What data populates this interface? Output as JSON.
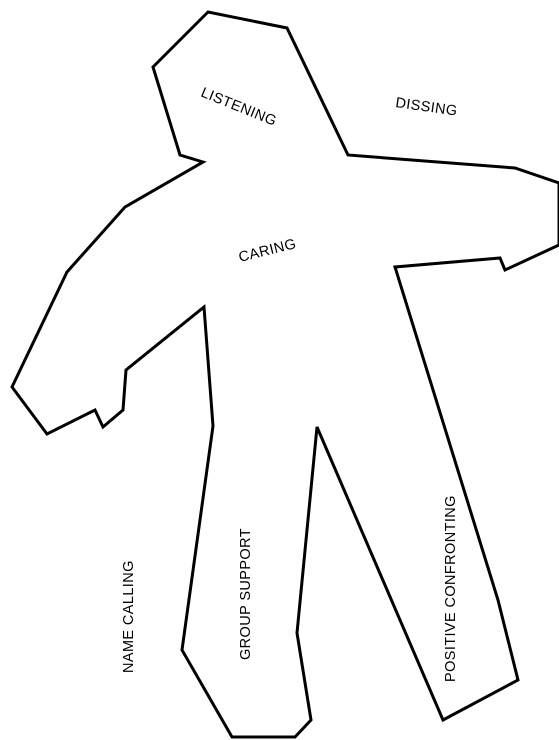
{
  "figure": {
    "outline_color": "#000000",
    "background_color": "#ffffff",
    "labels": {
      "listening": "LISTENING",
      "dissing": "DISSING",
      "caring": "CARING",
      "name_calling": "NAME CALLING",
      "group_support": "GROUP SUPPORT",
      "positive_confronting": "POSITIVE CONFRONTING"
    }
  }
}
